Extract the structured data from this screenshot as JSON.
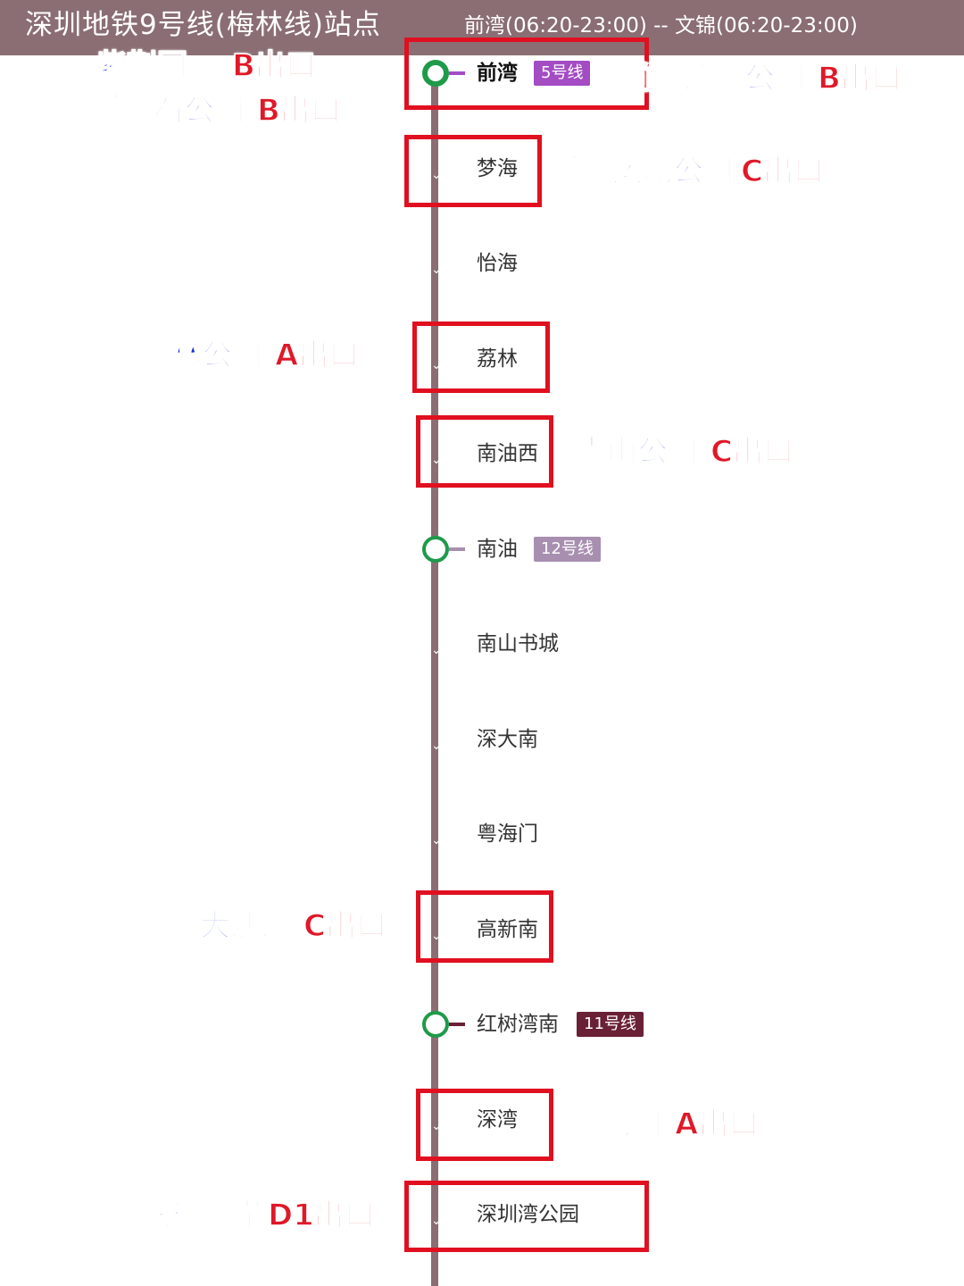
{
  "header": {
    "title": "深圳地铁9号线(梅林线)站点",
    "hours": "前湾(06:20-23:00) -- 文锦(06:20-23:00)"
  },
  "colors": {
    "line": "#8a6e74",
    "interchange_ring": "#1f9a4a",
    "highlight_box": "#e01020",
    "annotation_place": "#1530d8",
    "annotation_exit": "#e01828"
  },
  "stations": [
    {
      "name": "前湾",
      "transfer": "5号线",
      "transfer_color": "#a34cc4",
      "interchange": true
    },
    {
      "name": "梦海"
    },
    {
      "name": "怡海"
    },
    {
      "name": "荔林"
    },
    {
      "name": "南油西"
    },
    {
      "name": "南油",
      "transfer": "12号线",
      "transfer_color": "#a88fb0",
      "interchange": true
    },
    {
      "name": "南山书城"
    },
    {
      "name": "深大南"
    },
    {
      "name": "粤海门"
    },
    {
      "name": "高新南"
    },
    {
      "name": "红树湾南",
      "transfer": "11号线",
      "transfer_color": "#6a2036",
      "interchange": true
    },
    {
      "name": "深湾"
    },
    {
      "name": "深圳湾公园"
    }
  ],
  "tick_glyph": "⌄",
  "annotations": {
    "zijingyuan": {
      "place": "紫荆园",
      "exit": "B出口"
    },
    "qianhai_shi": {
      "place": "前海石公园",
      "exit": "B出口"
    },
    "qianhai_yanyi": {
      "place": "前海演艺公园",
      "exit": "B出口"
    },
    "qianhai_yundong": {
      "place": "前海运动公园",
      "exit": "C出口"
    },
    "lilin_park": {
      "place": "荔林公园",
      "exit": "A出口"
    },
    "nanshan_park": {
      "place": "南山公园",
      "exit": "C出口"
    },
    "dashahe": {
      "place": "大沙河",
      "exit": "C出口"
    },
    "haiyunyuan": {
      "place": "海韵园",
      "exit": "A出口"
    },
    "huanle_haian": {
      "place": "欢乐海岸",
      "exit": "D1出口"
    }
  }
}
